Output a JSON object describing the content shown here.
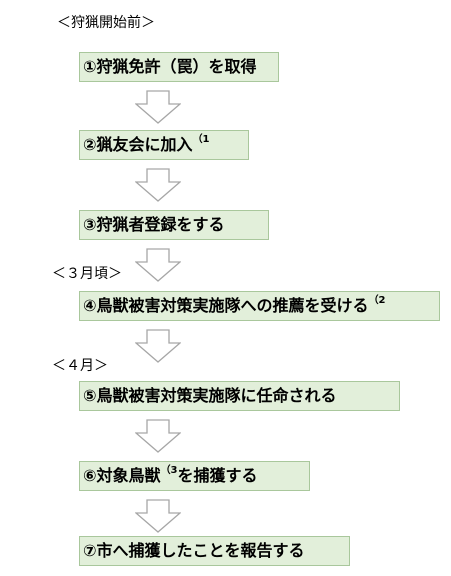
{
  "labels": {
    "before_start": "＜狩猟開始前＞",
    "march": "＜３月頃＞",
    "april": "＜４月＞"
  },
  "steps": [
    {
      "text": "①狩猟免許（罠）を取得",
      "sup": "",
      "after": ""
    },
    {
      "text": "②猟友会に加入",
      "sup": "（1",
      "after": ""
    },
    {
      "text": "③狩猟者登録をする",
      "sup": "",
      "after": ""
    },
    {
      "text": "④鳥獣被害対策実施隊への推薦を受ける",
      "sup": "（2",
      "after": ""
    },
    {
      "text": "⑤鳥獣被害対策実施隊に任命される",
      "sup": "",
      "after": ""
    },
    {
      "text": "⑥対象鳥獣",
      "sup": "（3",
      "after": "を捕獲する"
    },
    {
      "text": "⑦市へ捕獲したことを報告する",
      "sup": "",
      "after": ""
    }
  ],
  "colors": {
    "box_fill": "#e2efda",
    "box_border": "#a9c79c",
    "arrow_fill": "#ffffff",
    "arrow_stroke": "#a6a6a6"
  }
}
